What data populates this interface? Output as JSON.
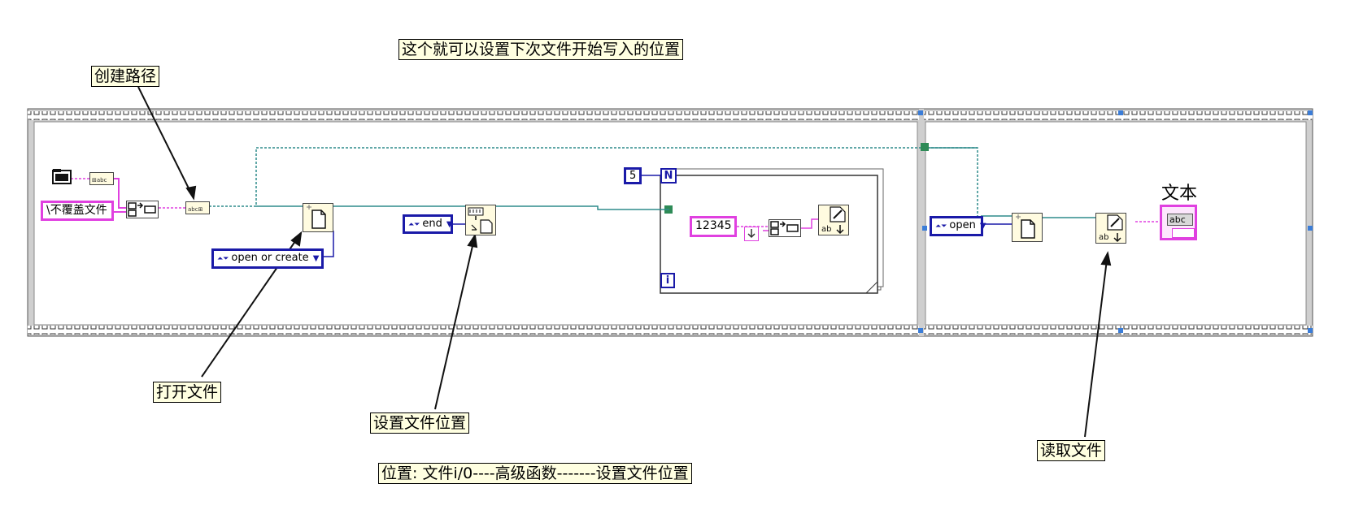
{
  "annotations": {
    "top_note": "这个就可以设置下次文件开始写入的位置",
    "create_path": "创建路径",
    "open_file": "打开文件",
    "set_file_position": "设置文件位置",
    "read_file": "读取文件",
    "bottom_note": "位置: 文件i/0----高级函数-------设置文件位置"
  },
  "constants": {
    "path_string": "\\不覆盖文件",
    "open_or_create": "open or create",
    "end": "end",
    "open": "open",
    "loop_count": "5",
    "write_value": "12345"
  },
  "loop_terminals": {
    "count": "N",
    "index": "i"
  },
  "indicator": {
    "label": "文本",
    "display": "abc"
  },
  "colors": {
    "wire_path": "#2e8b8b",
    "wire_string": "#e040e0",
    "enum_blue": "#1a1aa8",
    "note_bg": "#ffffe1",
    "node_bg": "#fffbe0"
  },
  "icons": {
    "folder": "app-directory-icon",
    "build_path": "build-path-icon",
    "open_file": "open-create-replace-file-icon",
    "set_position": "set-file-position-icon",
    "write_text": "write-text-file-icon",
    "read_text": "read-text-file-icon",
    "number_to_string": "number-to-string-icon",
    "string_to_path": "string-to-path-icon"
  }
}
